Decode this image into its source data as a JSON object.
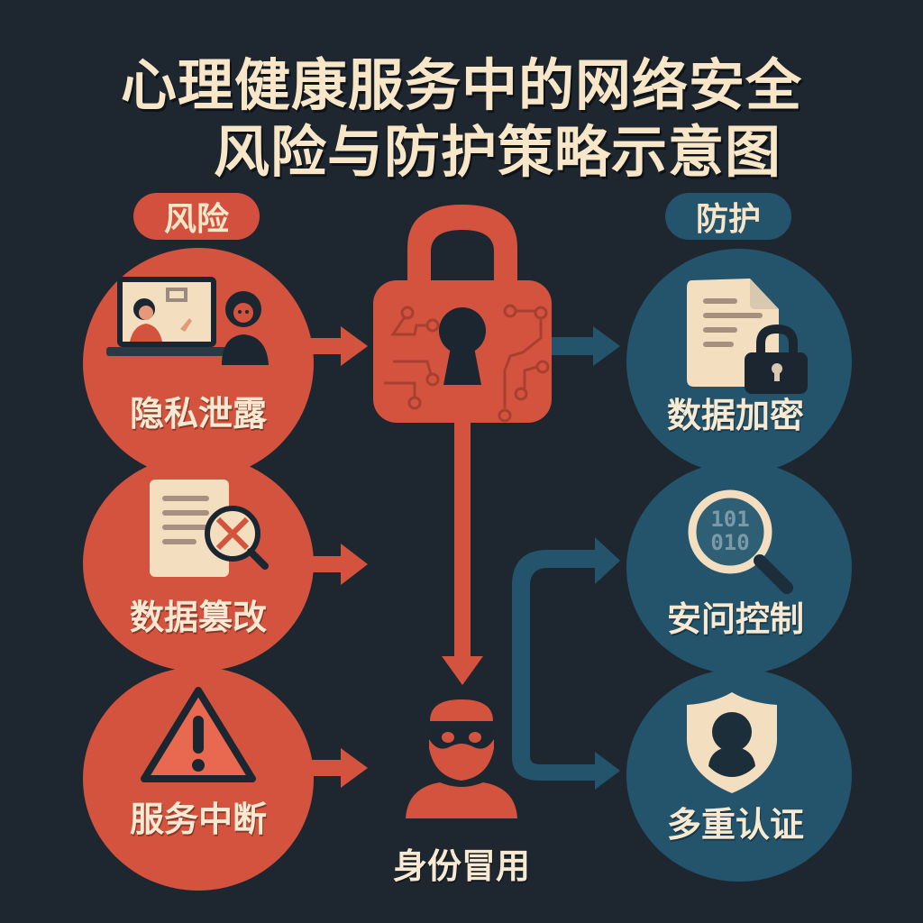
{
  "title": {
    "line1": "心理健康服务中的网络安全",
    "line2": "风险与防护策略示意图"
  },
  "risk_header": "风险",
  "protection_header": "防护",
  "risks": [
    {
      "label": "隐私泄露",
      "icon": "video-call-eavesdropper-icon"
    },
    {
      "label": "数据篡改",
      "icon": "document-magnifier-x-icon"
    },
    {
      "label": "服务中断",
      "icon": "warning-triangle-icon"
    }
  ],
  "center": {
    "lock_icon": "circuit-padlock-icon",
    "threat_label": "身份冒用",
    "threat_icon": "masked-hacker-icon"
  },
  "protections": [
    {
      "label": "数据加密",
      "icon": "document-lock-icon"
    },
    {
      "label": "安问控制",
      "icon": "magnifier-binary-icon",
      "binary_text": [
        "101",
        "010"
      ]
    },
    {
      "label": "多重认证",
      "icon": "shield-user-icon"
    }
  ],
  "colors": {
    "background": "#1e2730",
    "risk": "#d4533f",
    "protection": "#24546c",
    "cream": "#f8e6c8",
    "dark": "#1c2630"
  }
}
